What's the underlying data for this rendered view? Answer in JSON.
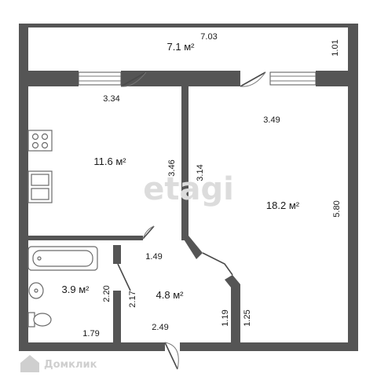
{
  "rooms": {
    "balcony": {
      "area": "7.1 м²",
      "width": "7.03",
      "depth": "1.01"
    },
    "kitchen": {
      "area": "11.6 м²",
      "width": "3.34",
      "depth": "3.46"
    },
    "living": {
      "area": "18.2 м²",
      "width": "3.49",
      "depth": "5.80",
      "inner_depth": "3.14"
    },
    "hall": {
      "area": "4.8 м²",
      "top": "1.49",
      "bottom": "2.49",
      "left": "2.17",
      "right_a": "1.19",
      "right_b": "1.25"
    },
    "bathroom": {
      "area": "3.9 м²",
      "width": "1.79",
      "depth": "2.20"
    }
  },
  "watermark": {
    "center": "etagi",
    "corner": "Домклик"
  },
  "colors": {
    "wall": "#555555",
    "window": "#ffffff",
    "watermark": "#d9d9d9"
  }
}
